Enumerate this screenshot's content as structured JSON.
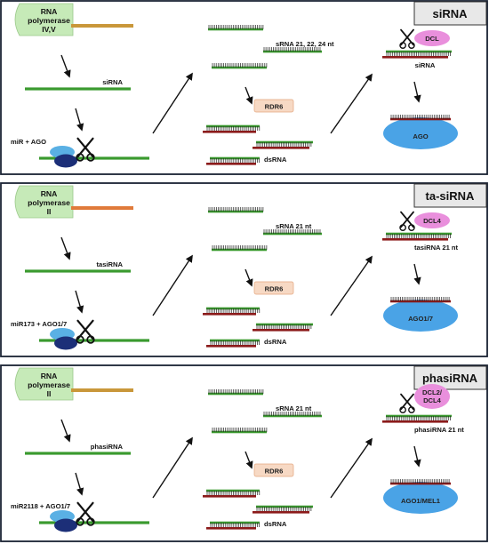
{
  "colors": {
    "green": "#3a9a2e",
    "dark_red": "#8b1a1a",
    "brown_tail": "#c9973a",
    "orange_tail": "#e07a3a",
    "pink": "#e98fdc",
    "rdr_fill": "#f7d9c4",
    "ago_fill": "#4aa3e6",
    "pol_fill": "#c6eab8",
    "ago_blue": "#5ab0e4",
    "ago_dark": "#1c2f78"
  },
  "panels": [
    {
      "title": "siRNA",
      "polymerase": [
        "RNA",
        "polymerase",
        "IV,V"
      ],
      "tail": "brown",
      "transcript_label": "siRNA",
      "mir_label": "miR + AGO",
      "srna_label": "sRNA 21, 22, 24 nt",
      "rdr_label": "RDR6",
      "dsrna_label": "dsRNA",
      "dcl": [
        "DCL"
      ],
      "dcl_product_label": "siRNA",
      "ago_label": "AGO"
    },
    {
      "title": "ta-siRNA",
      "polymerase": [
        "RNA",
        "polymerase",
        "II"
      ],
      "tail": "orange",
      "transcript_label": "tasiRNA",
      "mir_label": "miR173 + AGO1/7",
      "srna_label": "sRNA 21 nt",
      "rdr_label": "RDR6",
      "dsrna_label": "dsRNA",
      "dcl": [
        "DCL4"
      ],
      "dcl_product_label": "tasiRNA 21 nt",
      "ago_label": "AGO1/7"
    },
    {
      "title": "phasiRNA",
      "polymerase": [
        "RNA",
        "polymerase",
        "II"
      ],
      "tail": "brown",
      "transcript_label": "phasiRNA",
      "mir_label": "miR2118 + AGO1/7",
      "srna_label": "sRNA 21 nt",
      "rdr_label": "RDR6",
      "dsrna_label": "dsRNA",
      "dcl": [
        "DCL2/",
        "DCL4"
      ],
      "dcl_product_label": "phasiRNA 21 nt",
      "ago_label": "AGO1/MEL1"
    }
  ]
}
